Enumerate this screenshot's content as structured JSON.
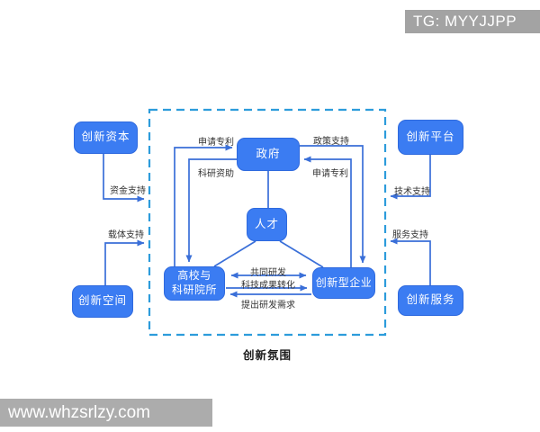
{
  "badges": {
    "top_right": "TG: MYYJJPP",
    "bottom_left": "www.whzsrlzy.com"
  },
  "diagram": {
    "zone_label": "创新氛围",
    "nodes": {
      "government": {
        "label": "政府"
      },
      "talent": {
        "label": "人才"
      },
      "university": {
        "label_line1": "高校与",
        "label_line2": "科研院所"
      },
      "enterprise": {
        "label": "创新型企业"
      },
      "capital": {
        "label": "创新资本"
      },
      "space": {
        "label": "创新空间"
      },
      "platform": {
        "label": "创新平台"
      },
      "service": {
        "label": "创新服务"
      }
    },
    "edge_labels": {
      "apply_patent_left": "申请专利",
      "research_funding": "科研资助",
      "policy_support": "政策支持",
      "apply_patent_right": "申请专利",
      "joint_rd": "共同研发",
      "achievement_transform": "科技成果转化",
      "rd_demand": "提出研发需求",
      "funding_support": "资金支持",
      "carrier_support": "载体支持",
      "tech_support": "技术支持",
      "service_support": "服务支持"
    },
    "colors": {
      "node_fill": "#3b7cf2",
      "edge_stroke": "#3a6fd8",
      "zone_border": "#2d9cdb",
      "label_text": "#333333",
      "watermark_bg": "#a8a8a8",
      "node_text": "#ffffff"
    }
  }
}
